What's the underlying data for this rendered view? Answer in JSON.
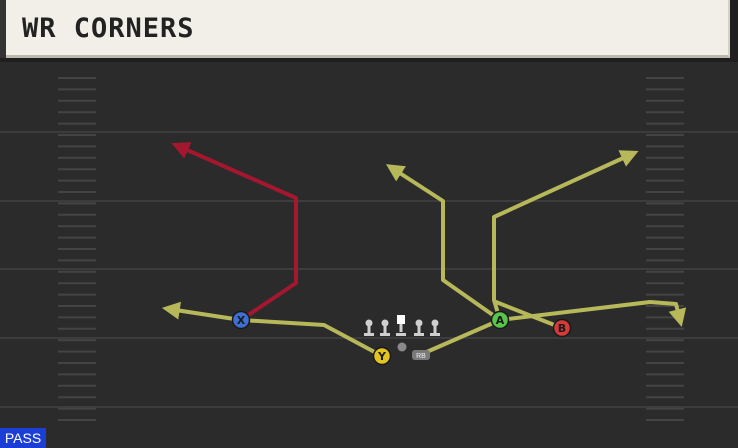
{
  "play": {
    "title": "WR CORNERS",
    "formation_type": "PASS"
  },
  "colors": {
    "field": "#2b2b2b",
    "yard_line": "#3c3c3c",
    "hash": "#444444",
    "route_primary": "#b6b85a",
    "route_highlight": "#a3172f",
    "badge": "#1b3fd6"
  },
  "receivers": [
    {
      "id": "X",
      "button": "xbox-x-button",
      "color": "#3f6fd0"
    },
    {
      "id": "Y",
      "button": "xbox-y-button",
      "color": "#e2c31f"
    },
    {
      "id": "A",
      "button": "xbox-a-button",
      "color": "#58c44a"
    },
    {
      "id": "B",
      "button": "xbox-b-button",
      "color": "#d83a3a"
    }
  ],
  "backs": [
    {
      "label": "RB"
    }
  ],
  "linemen_count": 5
}
